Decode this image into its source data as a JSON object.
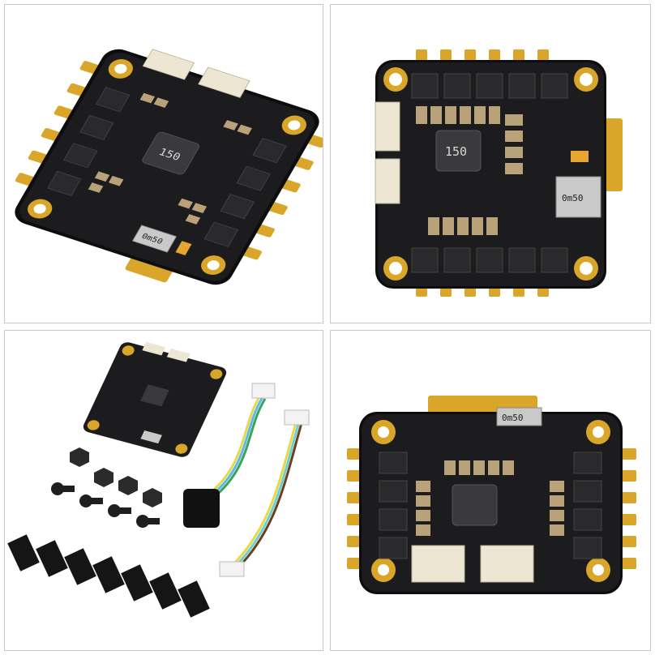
{
  "colors": {
    "pcb": "#1c1c1e",
    "pcb_edge": "#0d0d0f",
    "gold": "#d9a62a",
    "gold_light": "#f1c75a",
    "component": "#2a2a2c",
    "capacitor": "#b9a27a",
    "connector": "#ece6d2",
    "panel_border": "#c8c8c8"
  },
  "chips": {
    "inductor_label": "150",
    "shunt_label": "0m50"
  },
  "panels": [
    {
      "name": "top-left",
      "view": "angled"
    },
    {
      "name": "top-right",
      "view": "top"
    },
    {
      "name": "bottom-left",
      "view": "kit"
    },
    {
      "name": "bottom-right",
      "view": "front"
    }
  ]
}
